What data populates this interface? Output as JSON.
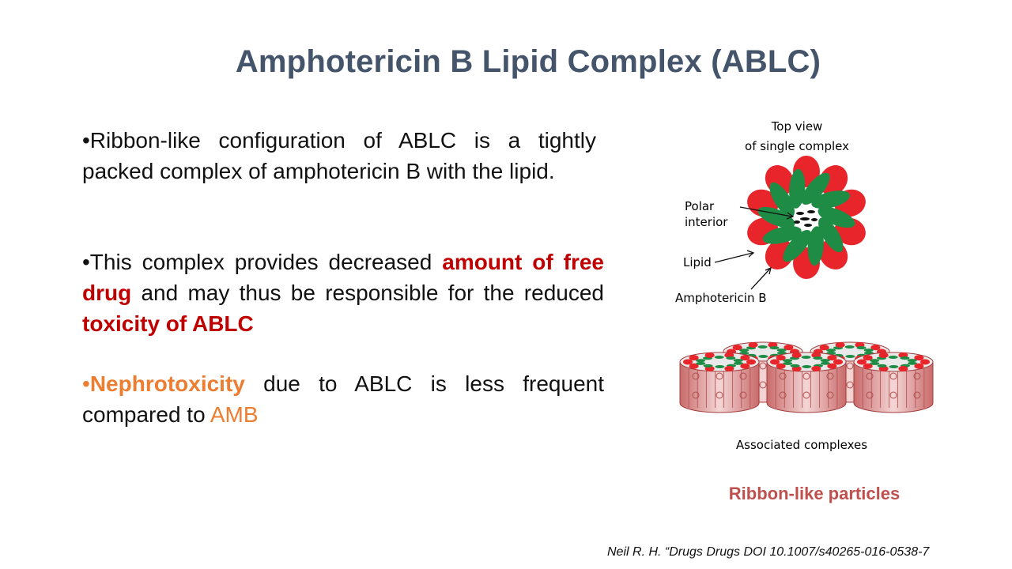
{
  "slide": {
    "title": "Amphotericin B Lipid Complex (ABLC)",
    "bullets": {
      "b1": "•Ribbon-like configuration of ABLC is a tightly packed complex of amphotericin B with the lipid.",
      "b2_pre": "•This complex provides decreased ",
      "b2_hl1": "amount of free drug",
      "b2_mid": " and may thus be responsible for the reduced ",
      "b2_hl2": "toxicity of ABLC",
      "b3_dot": "•",
      "b3_hl1": "Nephrotoxicity",
      "b3_mid": " due to ABLC is less frequent compared to ",
      "b3_hl2": "AMB"
    },
    "diagram": {
      "top_label_1": "Top view",
      "top_label_2": "of single complex",
      "polar_1": "Polar",
      "polar_2": "interior",
      "lipid": "Lipid",
      "amb": "Amphotericin B",
      "associated": "Associated complexes"
    },
    "caption": "Ribbon-like particles",
    "citation": "Neil R. H. “Drugs Drugs  DOI 10.1007/s40265-016-0538-7",
    "colors": {
      "title": "#44546a",
      "highlight_red": "#c00000",
      "highlight_orange": "#ed7d31",
      "lipid_red": "#e8252b",
      "amb_green": "#1e8c45",
      "caption_red": "#c0504d"
    }
  }
}
